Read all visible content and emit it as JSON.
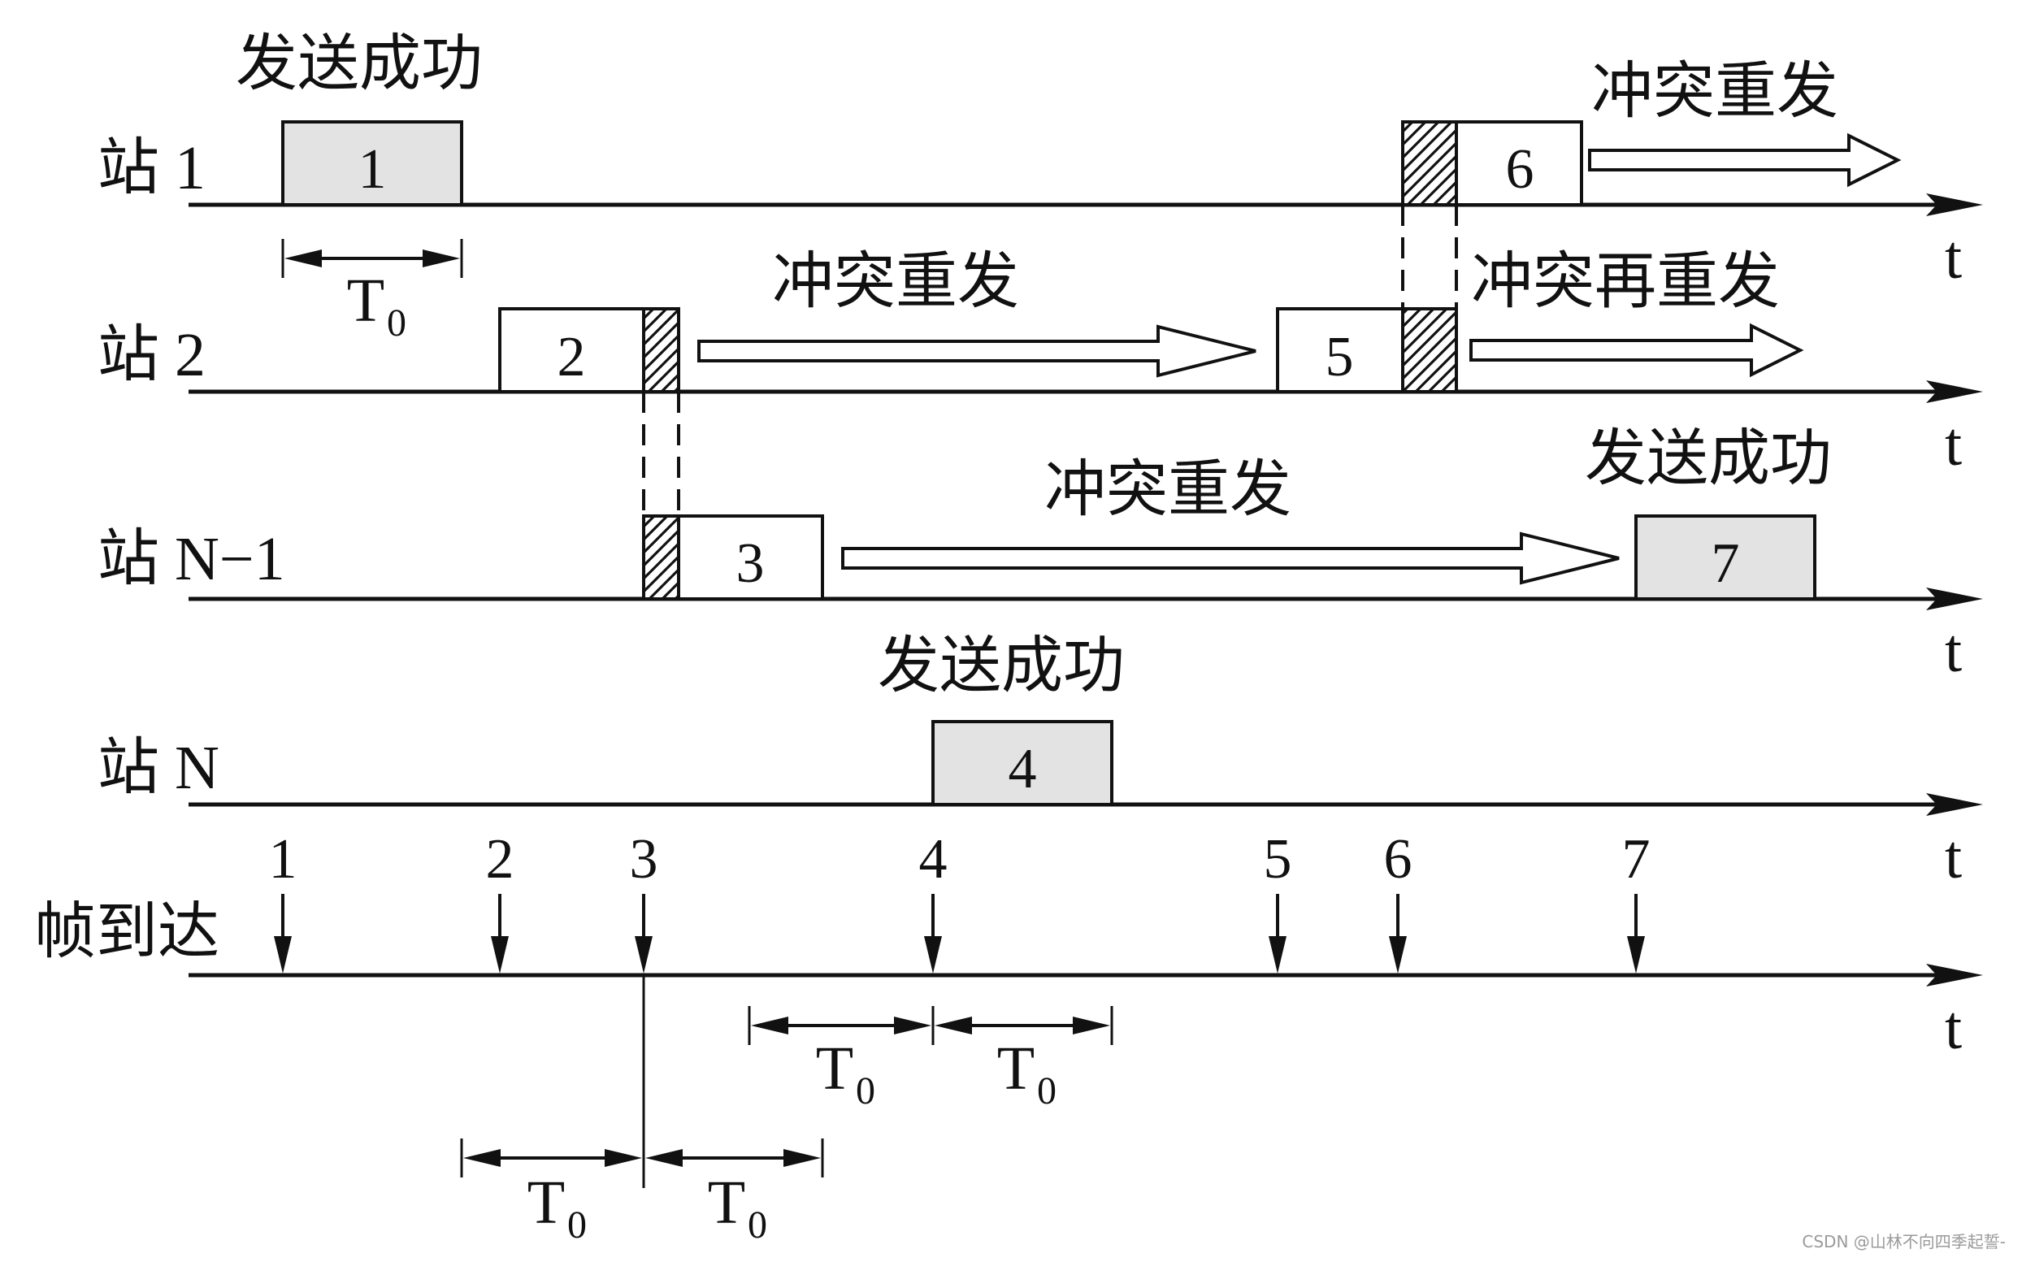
{
  "stations": [
    {
      "id": "s1",
      "label": "站 1"
    },
    {
      "id": "s2",
      "label": "站 2"
    },
    {
      "id": "s3",
      "label": "站 N−1"
    },
    {
      "id": "s4",
      "label": "站 N"
    }
  ],
  "arrival_label": "帧到达",
  "time_axis_label": "t",
  "period_symbol": "T",
  "period_subscript": "0",
  "frames": [
    {
      "label": "1",
      "station": "s1",
      "fill": "#e3e3e3",
      "result": "success"
    },
    {
      "label": "2",
      "station": "s2",
      "fill": "#ffffff",
      "result": "collision"
    },
    {
      "label": "3",
      "station": "s3",
      "fill": "#ffffff",
      "result": "collision"
    },
    {
      "label": "4",
      "station": "s4",
      "fill": "#e3e3e3",
      "result": "success"
    },
    {
      "label": "5",
      "station": "s2",
      "fill": "#ffffff",
      "result": "collision"
    },
    {
      "label": "6",
      "station": "s1",
      "fill": "#ffffff",
      "result": "collision"
    },
    {
      "label": "7",
      "station": "s3",
      "fill": "#e3e3e3",
      "result": "success"
    }
  ],
  "arrival_ticks": [
    "1",
    "2",
    "3",
    "4",
    "5",
    "6",
    "7"
  ],
  "annotations": {
    "success_1": "发送成功",
    "success_4": "发送成功",
    "success_7": "发送成功",
    "retransmit_2": "冲突重发",
    "retransmit_3": "冲突重发",
    "retransmit_6": "冲突重发",
    "retransmit_again_5": "冲突再重发"
  },
  "watermark": "CSDN @山林不向四季起誓-",
  "colors": {
    "success_fill": "#e3e3e3",
    "frame_fill": "#ffffff",
    "ink": "#111111"
  }
}
